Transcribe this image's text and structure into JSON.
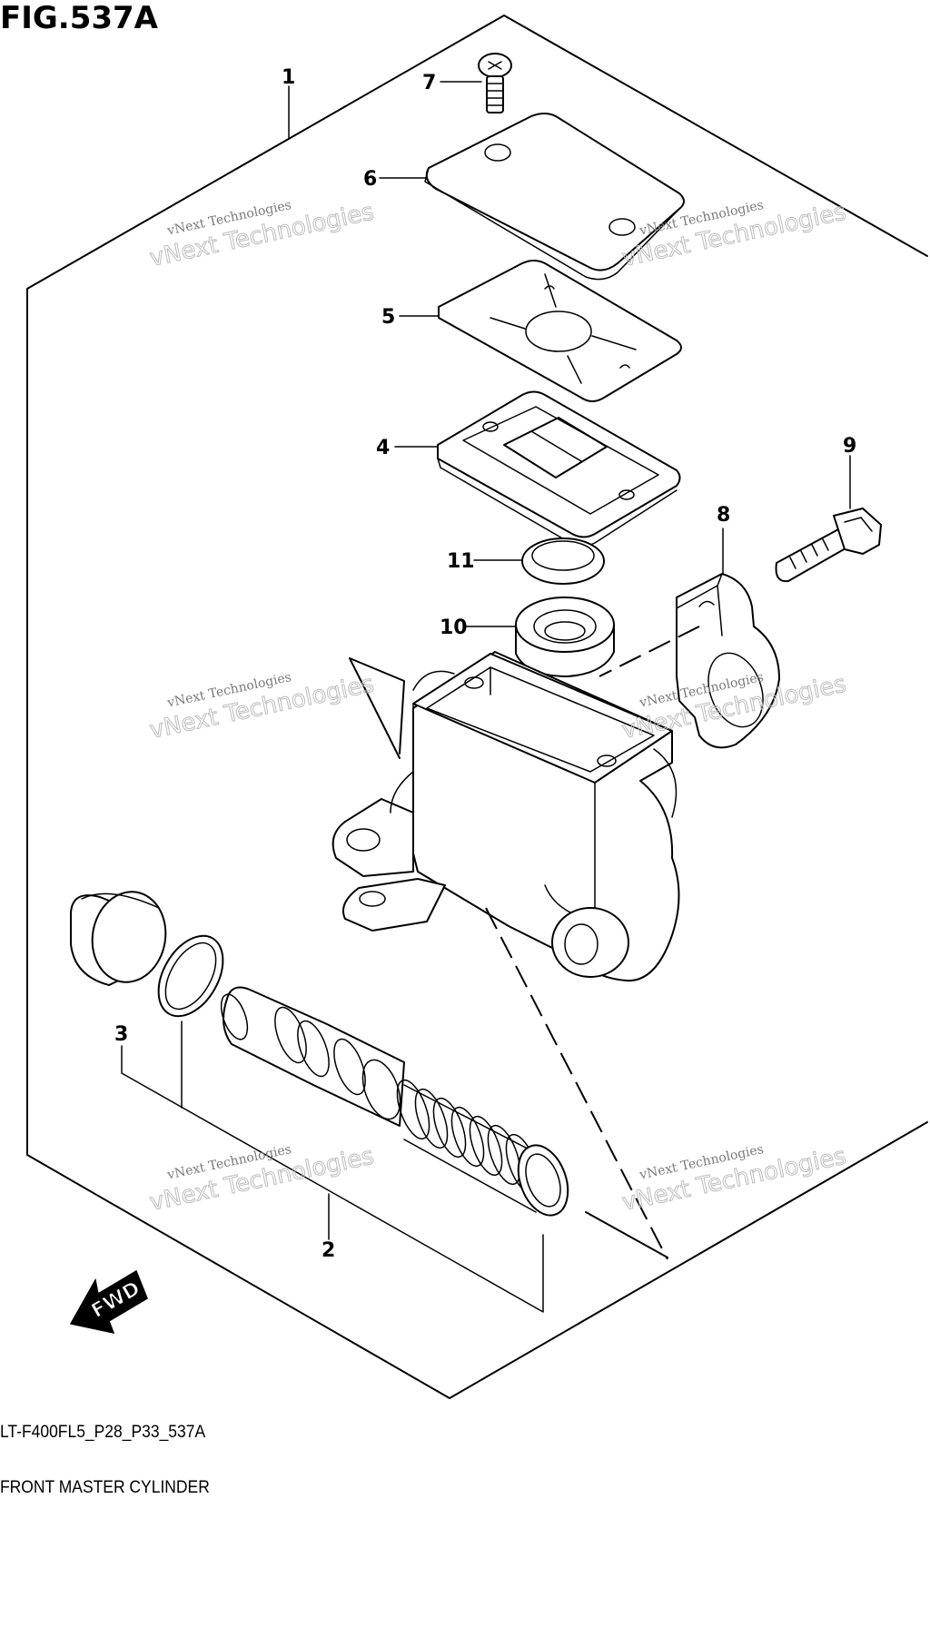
{
  "figure_title": "FIG.537A",
  "caption": {
    "code": "LT-F400FL5_P28_P33_537A",
    "name": "FRONT MASTER CYLINDER"
  },
  "callouts": [
    "1",
    "2",
    "3",
    "4",
    "5",
    "6",
    "7",
    "8",
    "9",
    "10",
    "11"
  ],
  "direction_arrow": {
    "label": "FWD"
  },
  "watermark": {
    "small": "vNext Technologies",
    "large": "vNext Technologies"
  }
}
